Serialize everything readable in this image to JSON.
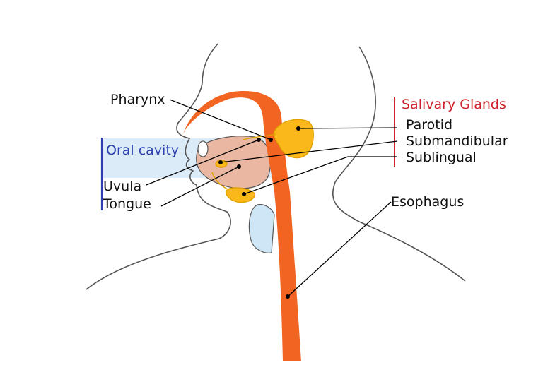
{
  "labels": {
    "pharynx": "Pharynx",
    "oral_cavity": "Oral cavity",
    "uvula": "Uvula",
    "tongue": "Tongue",
    "salivary_glands": "Salivary Glands",
    "parotid": "Parotid",
    "submandibular": "Submandibular",
    "sublingual": "Sublingual",
    "esophagus": "Esophagus"
  },
  "colors": {
    "outline": "#555555",
    "tract": "#f26422",
    "gland_fill": "#fbb81a",
    "gland_stroke": "#e0a100",
    "oral_highlight": "#dcebf8",
    "oral_bracket": "#2b3fb0",
    "oral_label": "#2b3fb0",
    "salivary_bracket": "#d0202b",
    "salivary_label": "#d0202b",
    "tongue": "#e9b7a2",
    "airway": "#cfe6f7",
    "leader": "#000000"
  }
}
